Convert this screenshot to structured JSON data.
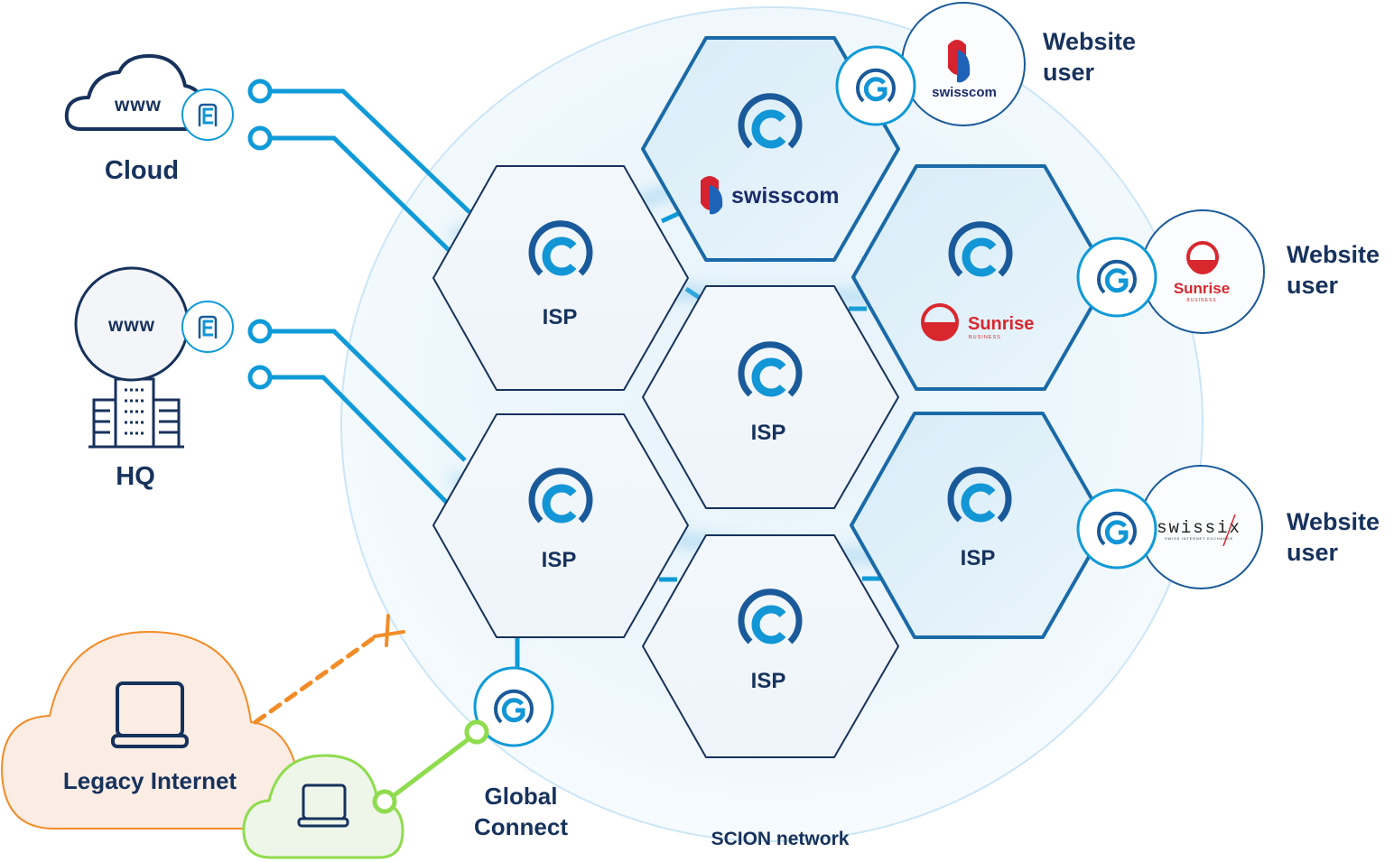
{
  "diagram": {
    "title": "SCION network",
    "colors": {
      "navy": "#17325c",
      "accent_blue": "#0f9ad8",
      "dark_blue": "#1a5a9a",
      "legacy_orange": "#f28c28",
      "legacy_fill": "#fbece4",
      "connect_green": "#8fdc4e",
      "connect_fill": "#eef6ea",
      "sunrise_red": "#d9272e"
    },
    "left_nodes": {
      "cloud": {
        "label": "Cloud",
        "inner_text": "www",
        "badge_icon": "E"
      },
      "hq": {
        "label": "HQ",
        "inner_text": "www",
        "badge_icon": "E"
      }
    },
    "hexagons": [
      {
        "id": "isp-top-left",
        "label": "ISP",
        "logo_icon": "C"
      },
      {
        "id": "swisscom",
        "label": "swisscom",
        "logo_icon": "C",
        "brand": "swisscom"
      },
      {
        "id": "isp-center",
        "label": "ISP",
        "logo_icon": "C"
      },
      {
        "id": "sunrise",
        "label": "Sunrise",
        "sublabel": "BUSINESS",
        "logo_icon": "C",
        "brand": "sunrise"
      },
      {
        "id": "isp-bottom-left",
        "label": "ISP",
        "logo_icon": "C"
      },
      {
        "id": "isp-right",
        "label": "ISP",
        "logo_icon": "C"
      },
      {
        "id": "isp-bottom",
        "label": "ISP",
        "logo_icon": "C"
      }
    ],
    "gateways": [
      {
        "id": "gw-swisscom",
        "icon": "G",
        "partner": "swisscom",
        "user_label_line1": "Website",
        "user_label_line2": "user"
      },
      {
        "id": "gw-sunrise",
        "icon": "G",
        "partner": "Sunrise",
        "partner_sub": "BUSINESS",
        "user_label_line1": "Website",
        "user_label_line2": "user"
      },
      {
        "id": "gw-swissix",
        "icon": "G",
        "partner": "swissix",
        "partner_sub": "SWISS INTERNET EXCHANGE",
        "user_label_line1": "Website",
        "user_label_line2": "user"
      }
    ],
    "global_connect": {
      "icon": "G",
      "label_line1": "Global",
      "label_line2": "Connect"
    },
    "legacy": {
      "label": "Legacy Internet",
      "blocked_marker": "X"
    }
  }
}
